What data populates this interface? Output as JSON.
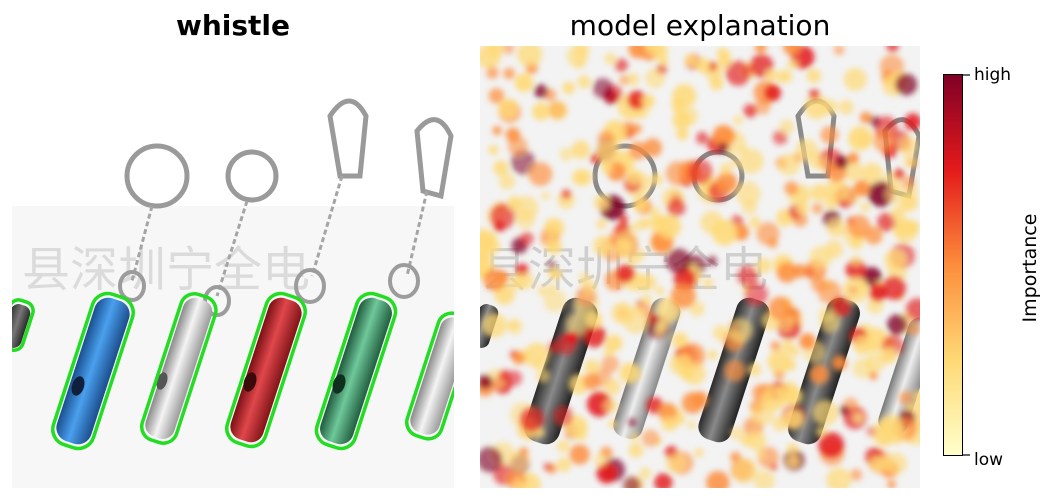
{
  "left_panel": {
    "title": "whistle",
    "watermark": "县深圳宁全电"
  },
  "right_panel": {
    "title": "model explanation",
    "watermark": "县深圳宁全电"
  },
  "colorbar": {
    "label": "Importance",
    "high_label": "high",
    "low_label": "low",
    "colors": [
      "#ffffcc",
      "#fed976",
      "#fd8d3c",
      "#e31a1c",
      "#800026"
    ]
  },
  "colors": {
    "segmentation_outline": "#22dd22",
    "whistle_blue": "#2f7fd0",
    "whistle_silver": "#d7d7d7",
    "whistle_red": "#c0262b",
    "whistle_green": "#3e9c6c"
  }
}
